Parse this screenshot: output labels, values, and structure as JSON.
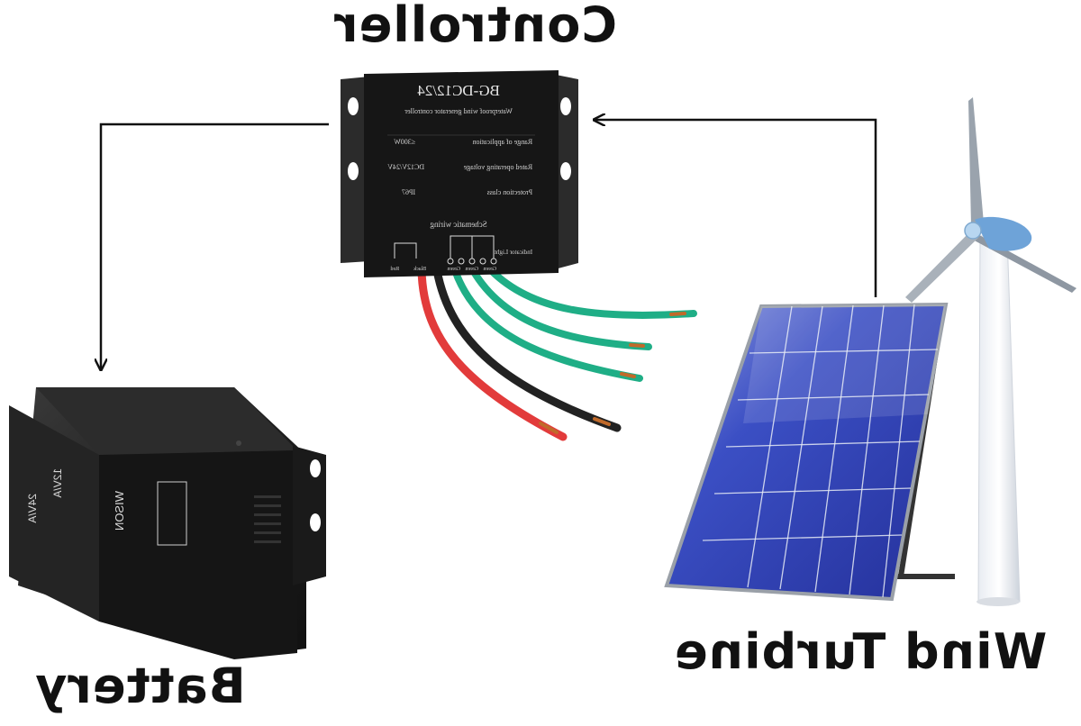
{
  "labels": {
    "controller": "Controller",
    "battery": "Battery",
    "wind_turbine": "Wind Turbine"
  },
  "controller_device": {
    "model": "BG-DC12/24",
    "subtitle": "Waterproof wind generator controller",
    "specs": [
      {
        "name": "Range of application",
        "value": "≤300W"
      },
      {
        "name": "Rated operating voltage",
        "value": "DC12V/24V"
      },
      {
        "name": "Protection class",
        "value": "IP67"
      }
    ],
    "wiring_title": "Schematic wiring",
    "indicator_label": "Indicator Light",
    "terminal_labels": [
      "Red",
      "Black",
      "Green",
      "Green",
      "Green"
    ]
  },
  "battery_device": {
    "voltage_a": "24V/A",
    "voltage_b": "12V/A",
    "brand": "WISON"
  },
  "colors": {
    "arrow": "#111111",
    "device_body": "#1c1c1c",
    "wire_red": "#e23b3b",
    "wire_black": "#222222",
    "wire_green": "#1fae86",
    "panel_cell": "#2f3fa8"
  }
}
